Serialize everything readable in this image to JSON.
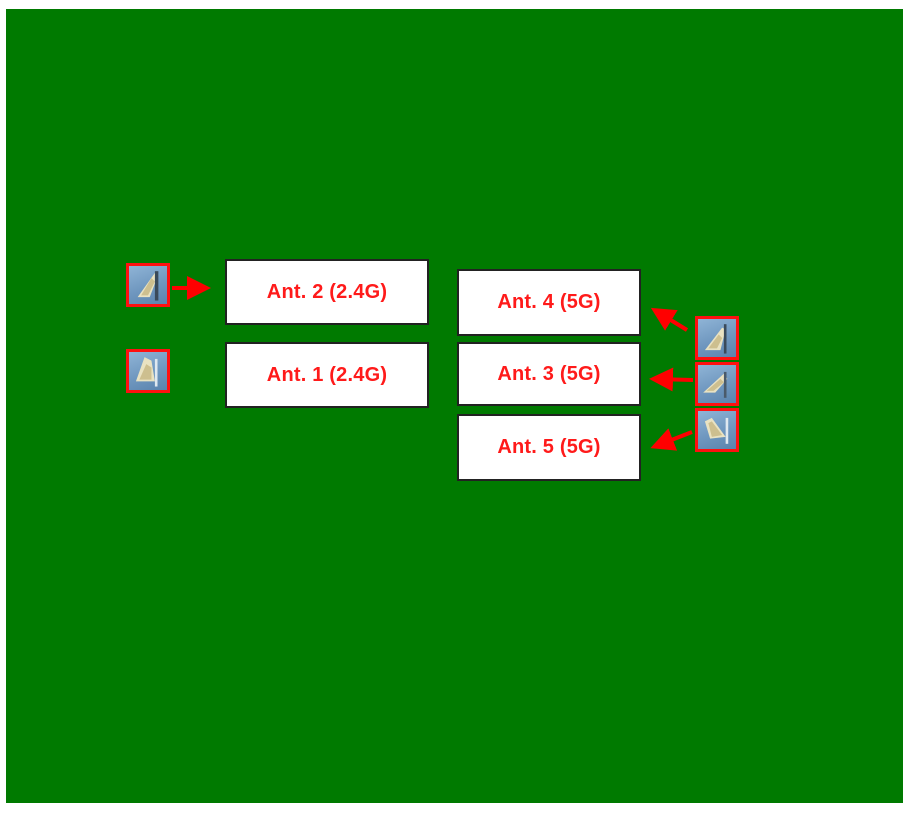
{
  "colors": {
    "background": "#007a00",
    "label_text": "#ff1a1a",
    "highlight": "#ff1010",
    "arrow": "#ff0000"
  },
  "antennas": [
    {
      "id": "ant2",
      "label": "Ant. 2 (2.4G)",
      "icon": "antenna-photo-icon"
    },
    {
      "id": "ant1",
      "label": "Ant. 1 (2.4G)",
      "icon": "antenna-photo-icon"
    },
    {
      "id": "ant4",
      "label": "Ant. 4 (5G)",
      "icon": "antenna-photo-icon"
    },
    {
      "id": "ant3",
      "label": "Ant. 3 (5G)",
      "icon": "antenna-photo-icon"
    },
    {
      "id": "ant5",
      "label": "Ant. 5 (5G)",
      "icon": "antenna-photo-icon"
    }
  ]
}
